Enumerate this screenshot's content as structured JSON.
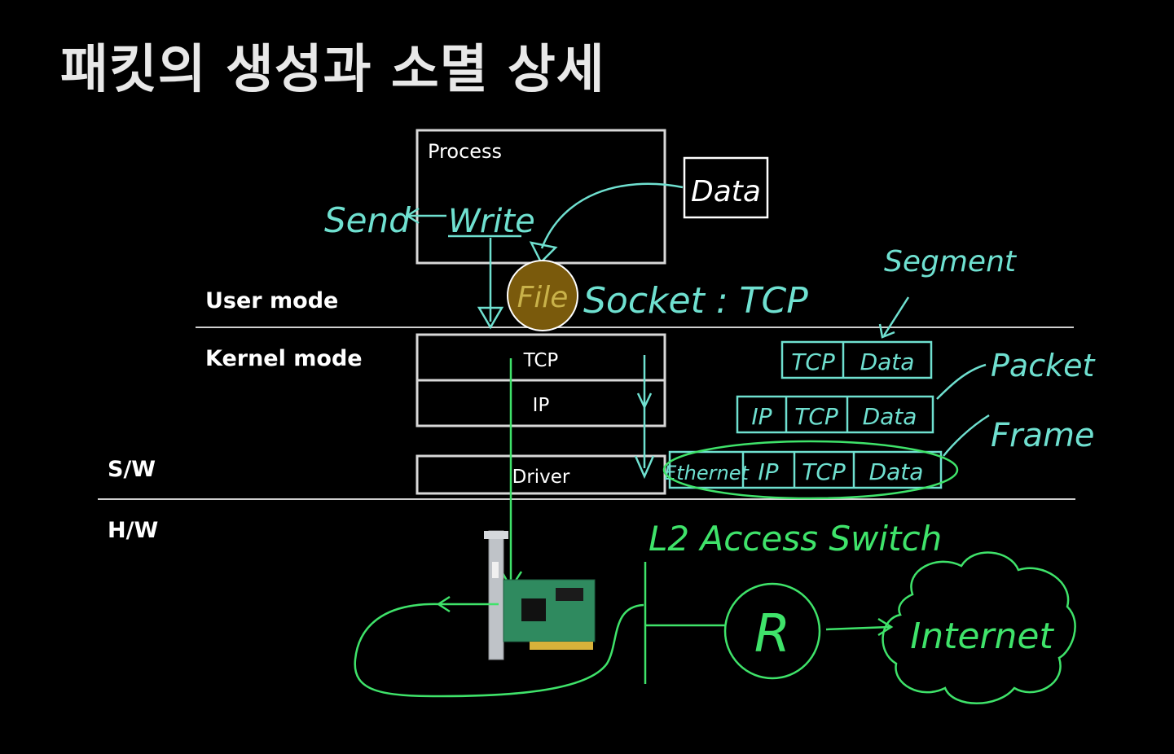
{
  "slide": {
    "title": "패킷의 생성과 소멸 상세"
  },
  "stack": {
    "process_label": "Process",
    "tcp_label": "TCP",
    "ip_label": "IP",
    "driver_label": "Driver"
  },
  "modes": {
    "user": "User mode",
    "kernel": "Kernel mode",
    "sw": "S/W",
    "hw": "H/W"
  },
  "annotations": {
    "data": "Data",
    "send": "Send",
    "write": "Write",
    "file": "File",
    "socket": "Socket : TCP",
    "segment": "Segment",
    "packet": "Packet",
    "frame": "Frame",
    "switch": "L2 Access Switch",
    "router": "R",
    "internet": "Internet"
  },
  "encapsulation": {
    "segment_row": [
      "TCP",
      "Data"
    ],
    "packet_row": [
      "IP",
      "TCP",
      "Data"
    ],
    "frame_row": [
      "Ethernet",
      "IP",
      "TCP",
      "Data"
    ]
  },
  "colors": {
    "cyan_ink": "#6fe0d0",
    "green_ink": "#3fe36a",
    "file_fill": "#7a5a0c",
    "file_text": "#c9b24a",
    "white_ink": "#ffffff"
  }
}
